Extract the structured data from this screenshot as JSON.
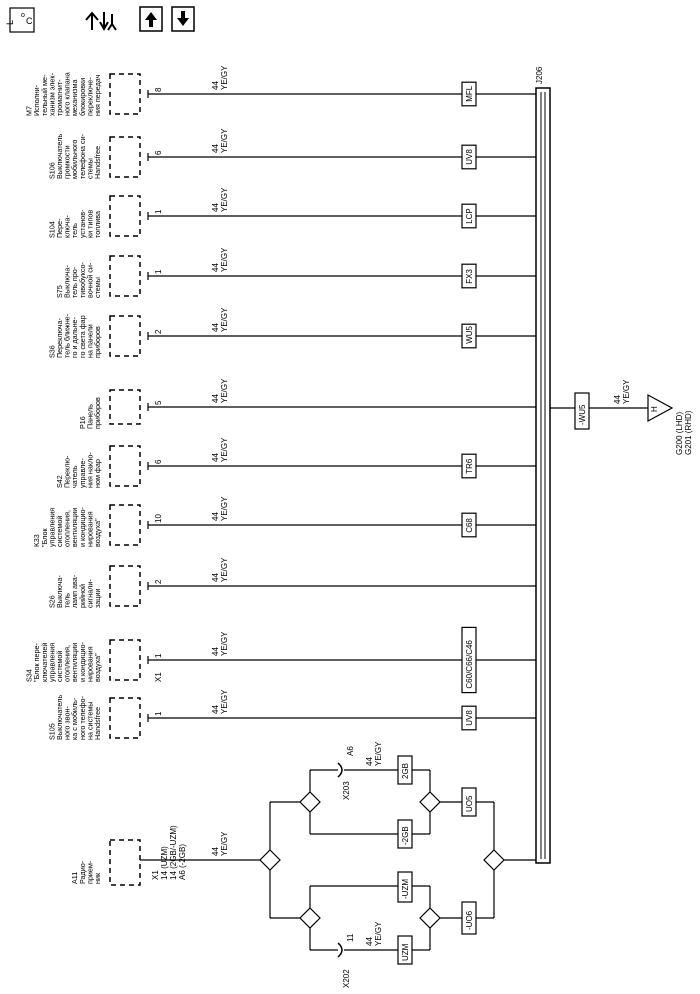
{
  "toolbar": {
    "locator_icon": "locator-icon",
    "path_icon": "wiring-path-icon",
    "up_icon": "arrow-up-icon",
    "down_icon": "arrow-down-icon"
  },
  "bus": {
    "label": "J206"
  },
  "components": [
    {
      "id": "M7",
      "lines": [
        "M7",
        "Исполни-",
        "тельный ме-",
        "ханизм элек-",
        "тромагнит-",
        "ного клапана",
        "механизма",
        "блокировки",
        "переключе-",
        "ния передач"
      ],
      "pin": "8",
      "wire": "44",
      "color": "YE/GY",
      "option": "MFL"
    },
    {
      "id": "S106",
      "lines": [
        "S106",
        "Выключатель",
        "громкости",
        "мобильного",
        "телефона си-",
        "стемы",
        "Handsfree"
      ],
      "pin": "6",
      "wire": "44",
      "color": "YE/GY",
      "option": "UV8"
    },
    {
      "id": "S104",
      "lines": [
        "S104",
        "Пере-",
        "ключа-",
        "тель",
        "установ-",
        "ки типов",
        "топлива"
      ],
      "pin": "1",
      "wire": "44",
      "color": "YE/GY",
      "option": "LCP"
    },
    {
      "id": "S75",
      "lines": [
        "S75",
        "Выключа-",
        "тель про-",
        "тивобуксо-",
        "вочной си-",
        "стемы"
      ],
      "pin": "1",
      "wire": "44",
      "color": "YE/GY",
      "option": "FX3"
    },
    {
      "id": "S36",
      "lines": [
        "S36",
        "Переключа-",
        "тель ближне-",
        "го и дальне-",
        "го света фар",
        "на панели",
        "приборов"
      ],
      "pin": "2",
      "wire": "44",
      "color": "YE/GY",
      "option": "WU5"
    },
    {
      "id": "P16",
      "lines": [
        "P16",
        "Панель",
        "приборов"
      ],
      "pin": "5",
      "wire": "44",
      "color": "YE/GY",
      "option": ""
    },
    {
      "id": "S42",
      "lines": [
        "S42",
        "Переклю-",
        "чатель",
        "управле-",
        "ния накло-",
        "ном фар"
      ],
      "pin": "6",
      "wire": "44",
      "color": "YE/GY",
      "option": "TR6"
    },
    {
      "id": "K33",
      "lines": [
        "K33",
        "\"Блок",
        "управления",
        "системой",
        "отопления,",
        "вентиляции",
        "и кондицио-",
        "нирования",
        "воздуха\""
      ],
      "pin": "10",
      "wire": "44",
      "color": "YE/GY",
      "option": "C68"
    },
    {
      "id": "S26",
      "lines": [
        "S26",
        "Выключа-",
        "тель",
        "ламп ава-",
        "рийной",
        "сигнали-",
        "зации"
      ],
      "pin": "2",
      "wire": "44",
      "color": "YE/GY",
      "option": ""
    },
    {
      "id": "S34",
      "lines": [
        "S34",
        "\"Блок пере-",
        "ключателей",
        "управления",
        "системой",
        "отопления,",
        "вентиляции",
        "и кондицио-",
        "нирования",
        "воздуха\""
      ],
      "pin": "1",
      "connector": "X1",
      "wire": "44",
      "color": "YE/GY",
      "option": "C60/C66/C46"
    },
    {
      "id": "S105",
      "lines": [
        "S105",
        "Выключатель",
        "ного звон-",
        "ка с мобиль-",
        "ного телефо-",
        "на системы",
        "Handsfree"
      ],
      "pin": "1",
      "wire": "44",
      "color": "YE/GY",
      "option": "UV8"
    }
  ],
  "radio": {
    "lines": [
      "A11",
      "Радио-",
      "прием-",
      "ник"
    ],
    "connector": "X1",
    "pin_lines": [
      "14 (UZM)",
      "14 (2GB/-UZM)",
      "A6 (-2GB)"
    ],
    "wire": "44",
    "color": "YE/GY"
  },
  "radio_branches": {
    "x203": {
      "connector": "X203",
      "pin": "A6",
      "wire": "44",
      "color": "YE/GY"
    },
    "x202": {
      "connector": "X202",
      "pin": "11",
      "wire": "44",
      "color": "YE/GY"
    },
    "options": {
      "o2gb": "2GB",
      "on2gb": "-2GB",
      "onuzm": "-UZM",
      "ouzm": "UZM",
      "ouo5": "UO5",
      "onuo6": "-UO6"
    }
  },
  "ground": {
    "option": "-WU5",
    "wire": "44",
    "color": "YE/GY",
    "symbol": "H",
    "labels": [
      "G200 (LHD)",
      "G201 (RHD)"
    ]
  }
}
